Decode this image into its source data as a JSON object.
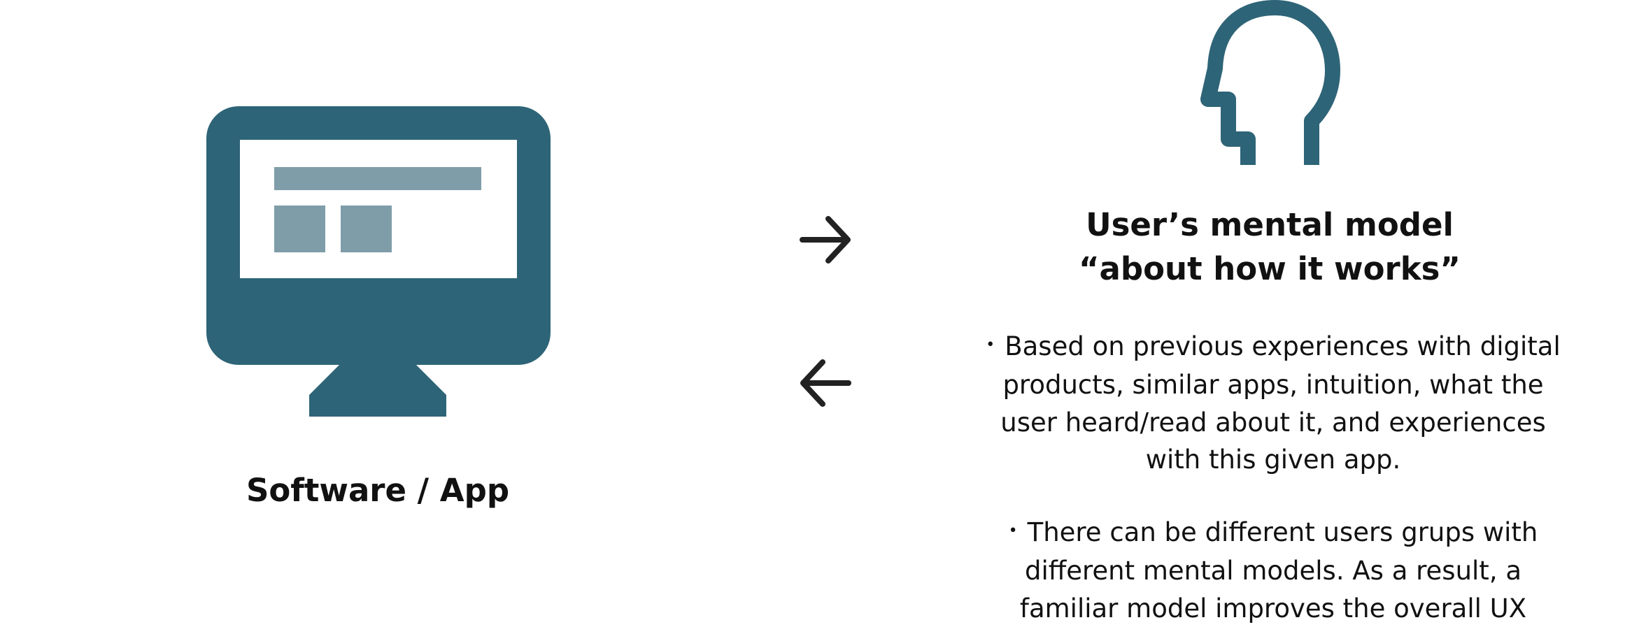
{
  "left_panel": {
    "label": "Software / App",
    "icon": "computer-icon",
    "colors": {
      "primary": "#2E6477",
      "screen": "#FFFFFF",
      "content_blocks": "#7F9DA9"
    }
  },
  "arrows": [
    {
      "direction": "right",
      "icon": "arrow-right-icon"
    },
    {
      "direction": "left",
      "icon": "arrow-left-icon"
    }
  ],
  "right_panel": {
    "icon": "head-icon",
    "title_line1": "User’s mental model",
    "title_line2": "“about how it works”",
    "bullets": [
      {
        "marker": "•",
        "lines": [
          "Based on previous experiences with digital",
          "products, similar apps, intuition, what the",
          "user heard/read about it, and experiences",
          "with this given app."
        ]
      },
      {
        "marker": "•",
        "lines": [
          "There can be different users grups with",
          "different mental models. As a result, a",
          "familiar model improves the overall UX"
        ]
      }
    ]
  }
}
